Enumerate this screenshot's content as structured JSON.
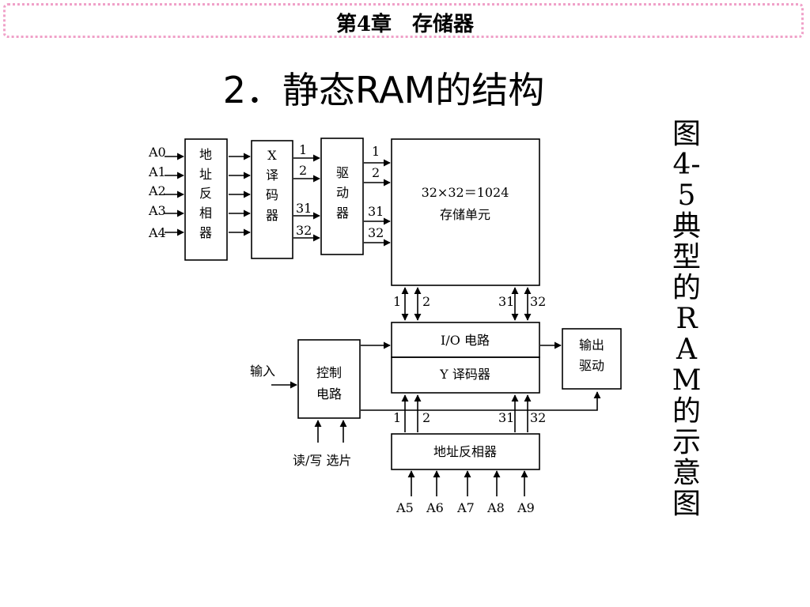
{
  "header": {
    "chapter": "第4章　存储器"
  },
  "slide": {
    "title": "2．静态RAM的结构"
  },
  "caption": "图4-5 典型的RAM的示意图",
  "diagram": {
    "row_inputs": [
      "A0",
      "A1",
      "A2",
      "A3",
      "A4"
    ],
    "row_inverter": [
      "地",
      "址",
      "反",
      "相",
      "器"
    ],
    "x_decoder": [
      "X",
      "译",
      "码",
      "器"
    ],
    "driver": [
      "驱",
      "动",
      "器"
    ],
    "line_labels": {
      "l1": "1",
      "l2": "2",
      "l31": "31",
      "l32": "32"
    },
    "array": {
      "size": "32×32＝1024",
      "label": "存储单元"
    },
    "io_circuit": "I/O 电路",
    "y_decoder": "Y 译码器",
    "output_driver": [
      "输出",
      "驱动"
    ],
    "control": [
      "控制",
      "电路"
    ],
    "input_label": "输入",
    "rw_cs_label": "读/写  选片",
    "col_inverter": "地址反相器",
    "col_inputs": [
      "A5",
      "A6",
      "A7",
      "A8",
      "A9"
    ]
  }
}
